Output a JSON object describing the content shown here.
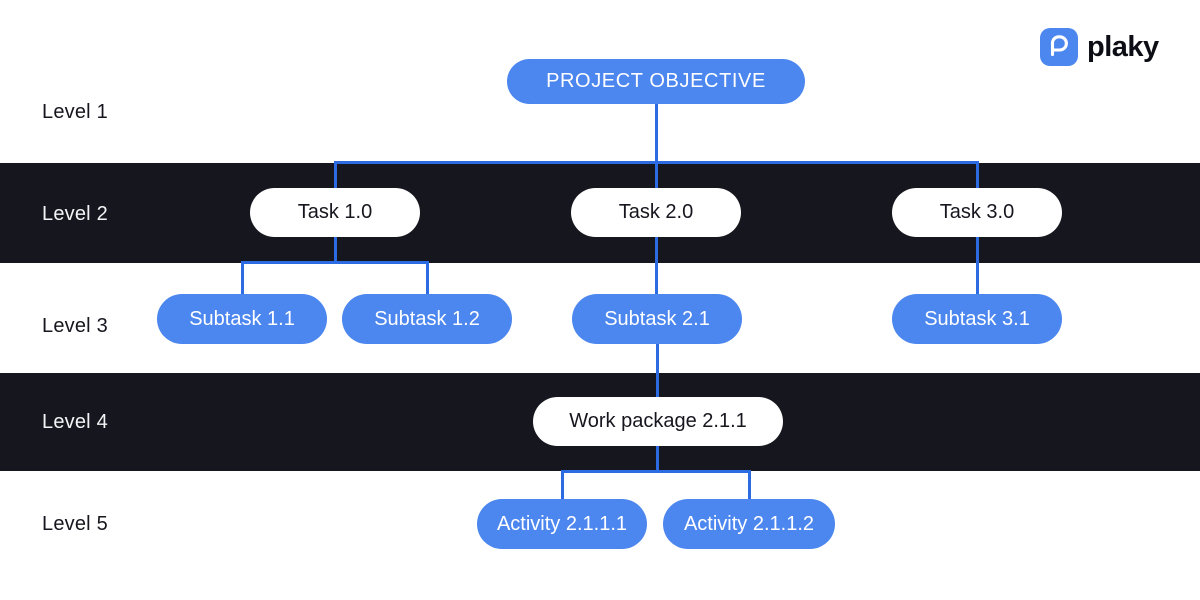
{
  "brand": {
    "name": "plaky"
  },
  "colors": {
    "background": "#FFFFFF",
    "band_dark": "#16161E",
    "node_blue": "#4C86EF",
    "node_white": "#FFFFFF",
    "connector_blue": "#2D6BE3",
    "text_dark": "#16161E",
    "text_light": "#F4F4F6"
  },
  "levels": [
    {
      "label": "Level 1"
    },
    {
      "label": "Level 2"
    },
    {
      "label": "Level 3"
    },
    {
      "label": "Level 4"
    },
    {
      "label": "Level 5"
    }
  ],
  "nodes": {
    "objective": {
      "label": "PROJECT OBJECTIVE",
      "level": 1
    },
    "task1": {
      "label": "Task 1.0",
      "level": 2
    },
    "task2": {
      "label": "Task 2.0",
      "level": 2
    },
    "task3": {
      "label": "Task 3.0",
      "level": 2
    },
    "subtask11": {
      "label": "Subtask 1.1",
      "level": 3
    },
    "subtask12": {
      "label": "Subtask 1.2",
      "level": 3
    },
    "subtask21": {
      "label": "Subtask 2.1",
      "level": 3
    },
    "subtask31": {
      "label": "Subtask 3.1",
      "level": 3
    },
    "workpackage211": {
      "label": "Work package 2.1.1",
      "level": 4
    },
    "activity2111": {
      "label": "Activity 2.1.1.1",
      "level": 5
    },
    "activity2112": {
      "label": "Activity 2.1.1.2",
      "level": 5
    }
  },
  "hierarchy": [
    {
      "parent": "PROJECT OBJECTIVE",
      "child": "Task 1.0"
    },
    {
      "parent": "PROJECT OBJECTIVE",
      "child": "Task 2.0"
    },
    {
      "parent": "PROJECT OBJECTIVE",
      "child": "Task 3.0"
    },
    {
      "parent": "Task 1.0",
      "child": "Subtask 1.1"
    },
    {
      "parent": "Task 1.0",
      "child": "Subtask 1.2"
    },
    {
      "parent": "Task 2.0",
      "child": "Subtask 2.1"
    },
    {
      "parent": "Task 3.0",
      "child": "Subtask 3.1"
    },
    {
      "parent": "Subtask 2.1",
      "child": "Work package 2.1.1"
    },
    {
      "parent": "Work package 2.1.1",
      "child": "Activity 2.1.1.1"
    },
    {
      "parent": "Work package 2.1.1",
      "child": "Activity 2.1.1.2"
    }
  ]
}
